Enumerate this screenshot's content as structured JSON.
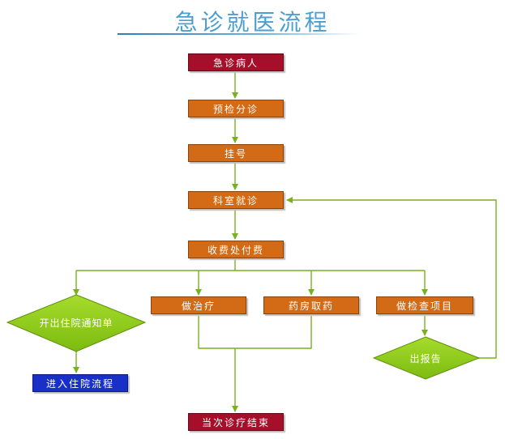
{
  "title": "急诊就医流程",
  "nodes": {
    "emergency_patient": "急诊病人",
    "triage": "预检分诊",
    "register": "挂号",
    "department_visit": "科室就诊",
    "payment": "收费处付费",
    "treatment": "做治疗",
    "pharmacy": "药房取药",
    "exam": "做检查项目",
    "admission_notice": "开出住院通知单",
    "admission_process": "进入住院流程",
    "report": "出报告",
    "visit_end": "当次诊疗结束"
  },
  "colors": {
    "red_box": "#a60f29",
    "orange_box": "#d26a16",
    "blue_box": "#1930c8",
    "diamond": "#8fcb1a",
    "arrow": "#78b21e",
    "title": "#4a9fd0"
  }
}
